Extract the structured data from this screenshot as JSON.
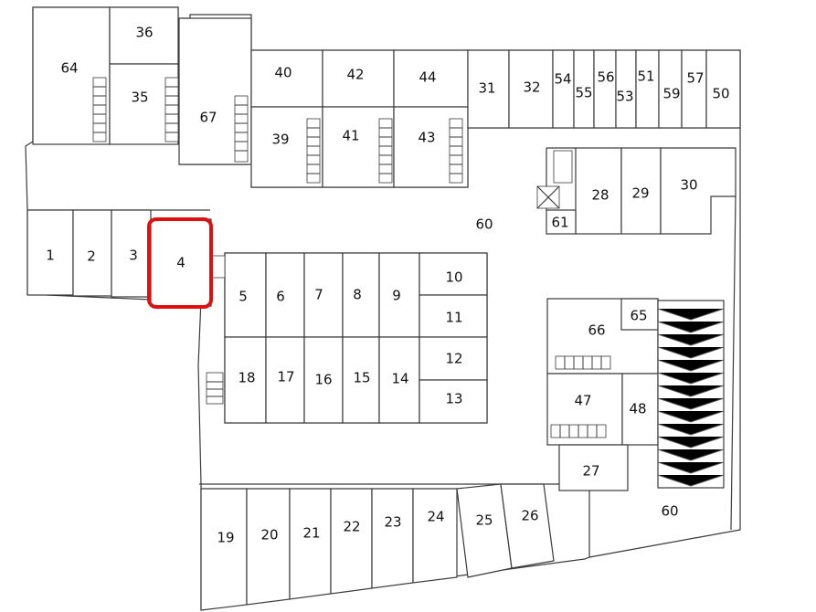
{
  "plan": {
    "highlighted_unit": "4",
    "highlight_color": "#e01010",
    "units": {
      "u1": "1",
      "u2": "2",
      "u3": "3",
      "u4": "4",
      "u5": "5",
      "u6": "6",
      "u7": "7",
      "u8": "8",
      "u9": "9",
      "u10": "10",
      "u11": "11",
      "u12": "12",
      "u13": "13",
      "u14": "14",
      "u15": "15",
      "u16": "16",
      "u17": "17",
      "u18": "18",
      "u19": "19",
      "u20": "20",
      "u21": "21",
      "u22": "22",
      "u23": "23",
      "u24": "24",
      "u25": "25",
      "u26": "26",
      "u27": "27",
      "u28": "28",
      "u29": "29",
      "u30": "30",
      "u31": "31",
      "u32": "32",
      "u35": "35",
      "u36": "36",
      "u39": "39",
      "u40": "40",
      "u41": "41",
      "u42": "42",
      "u43": "43",
      "u44": "44",
      "u47": "47",
      "u48": "48",
      "u50": "50",
      "u51": "51",
      "u53": "53",
      "u54": "54",
      "u55": "55",
      "u56": "56",
      "u57": "57",
      "u59": "59",
      "u60a": "60",
      "u60b": "60",
      "u61": "61",
      "u64": "64",
      "u65": "65",
      "u66": "66",
      "u67": "67"
    }
  }
}
